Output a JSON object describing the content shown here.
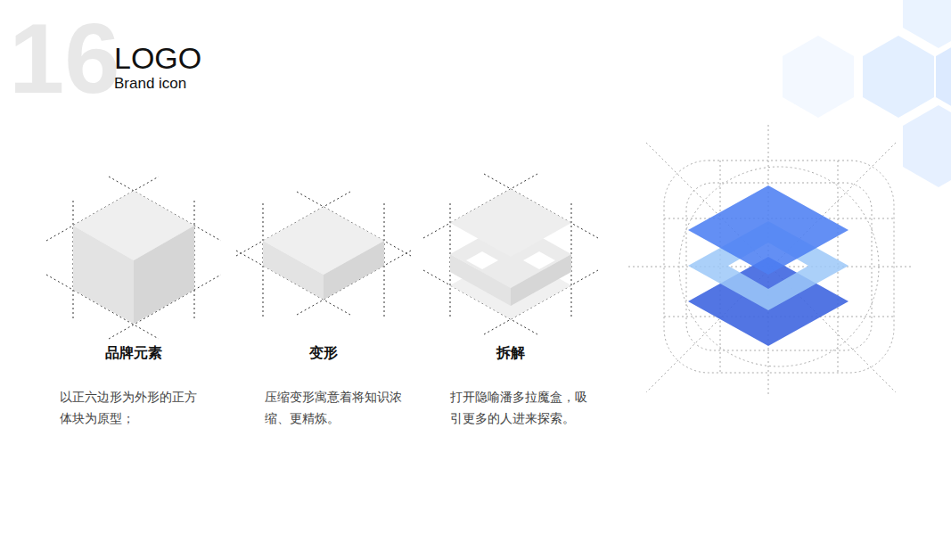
{
  "diagram": {
    "title": "LOGO",
    "nodes": [
      {
        "text": [
          "品牌元素",
          "以正六边形为外形的正方体块为原型；"
        ]
      },
      {
        "text": [
          "变形",
          "压缩变形寓意着将知识浓缩、更精炼。"
        ]
      },
      {
        "text": [
          "拆解",
          "打开隐喻潘多拉魔盒，吸引更多的人进来探索。"
        ]
      }
    ],
    "labels": [
      "16",
      "Brand icon"
    ]
  }
}
